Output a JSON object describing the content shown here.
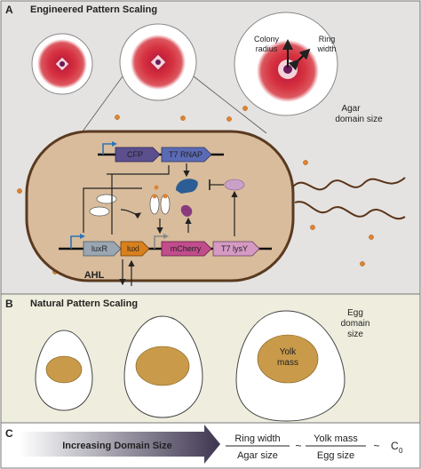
{
  "panel_a": {
    "letter": "A",
    "title": "Engineered Pattern Scaling",
    "colony_radius": [
      "Colony",
      "radius"
    ],
    "ring_width": [
      "Ring",
      "width"
    ],
    "agar_domain": [
      "Agar",
      "domain size"
    ],
    "genes": {
      "cfp": "CFP",
      "t7rnap": "T7 RNAP",
      "luxr": "luxR",
      "luxi": "luxI",
      "mcherry": "mCherry",
      "t7lysy": "T7 lysY"
    },
    "ahl": "AHL"
  },
  "panel_b": {
    "letter": "B",
    "title": "Natural Pattern Scaling",
    "egg_domain": [
      "Egg",
      "domain",
      "size"
    ],
    "yolk_mass": [
      "Yolk",
      "mass"
    ]
  },
  "panel_c": {
    "letter": "C",
    "arrow_label": "Increasing Domain Size",
    "ring_width": "Ring width",
    "agar_size": "Agar size",
    "yolk_mass": "Yolk mass",
    "egg_size": "Egg size",
    "tilde1": "~",
    "tilde2": "~",
    "constant": "C",
    "constant_sub": "0"
  },
  "colors": {
    "panel_a_bg": "#e4e3e1",
    "panel_b_bg": "#efeede",
    "cell_fill": "#d8bc9c",
    "colony_red": "#d42e3c",
    "yolk": "#c89a4a",
    "bead_orange": "#e0832e",
    "purple_gene": "#5c4f8e",
    "blue_gene": "#5b6ab4",
    "luxr_gray": "#9aa6b2",
    "luxi_orange": "#d9801e",
    "pink_gene": "#c24d8c",
    "lysy_pink": "#d59ac4",
    "protein_blue": "#2c5d94",
    "protein_magenta": "#8a3a7c"
  }
}
